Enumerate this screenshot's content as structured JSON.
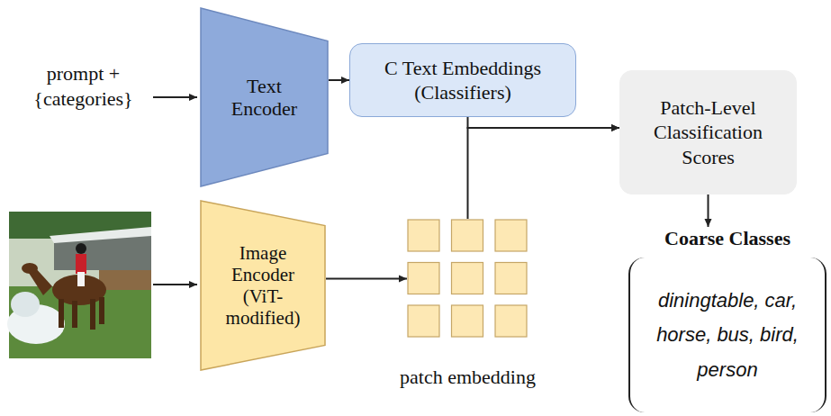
{
  "diagram": {
    "nodes": [
      {
        "text": [
          "Text Encoder"
        ]
      },
      {
        "text": [
          "C Text Embeddings (Classifiers)"
        ]
      },
      {
        "text": [
          "Image Encoder (ViT-modified)"
        ]
      },
      {
        "text": [
          "patch embedding"
        ]
      },
      {
        "text": [
          "Patch-Level Classification Scores"
        ]
      },
      {
        "text": [
          "Coarse Classes",
          "diningtable, car, horse, bus, bird, person"
        ]
      }
    ],
    "edges": [
      {
        "from": 0,
        "to": 1,
        "arrow": "to"
      },
      {
        "from": 2,
        "to": 3,
        "arrow": "to"
      },
      {
        "from": 1,
        "to": 4,
        "arrow": "to"
      },
      {
        "from": 3,
        "to": 4,
        "arrow": "to"
      },
      {
        "from": 4,
        "to": 5,
        "arrow": "to"
      }
    ],
    "labels": [
      "prompt + {categories}"
    ]
  }
}
